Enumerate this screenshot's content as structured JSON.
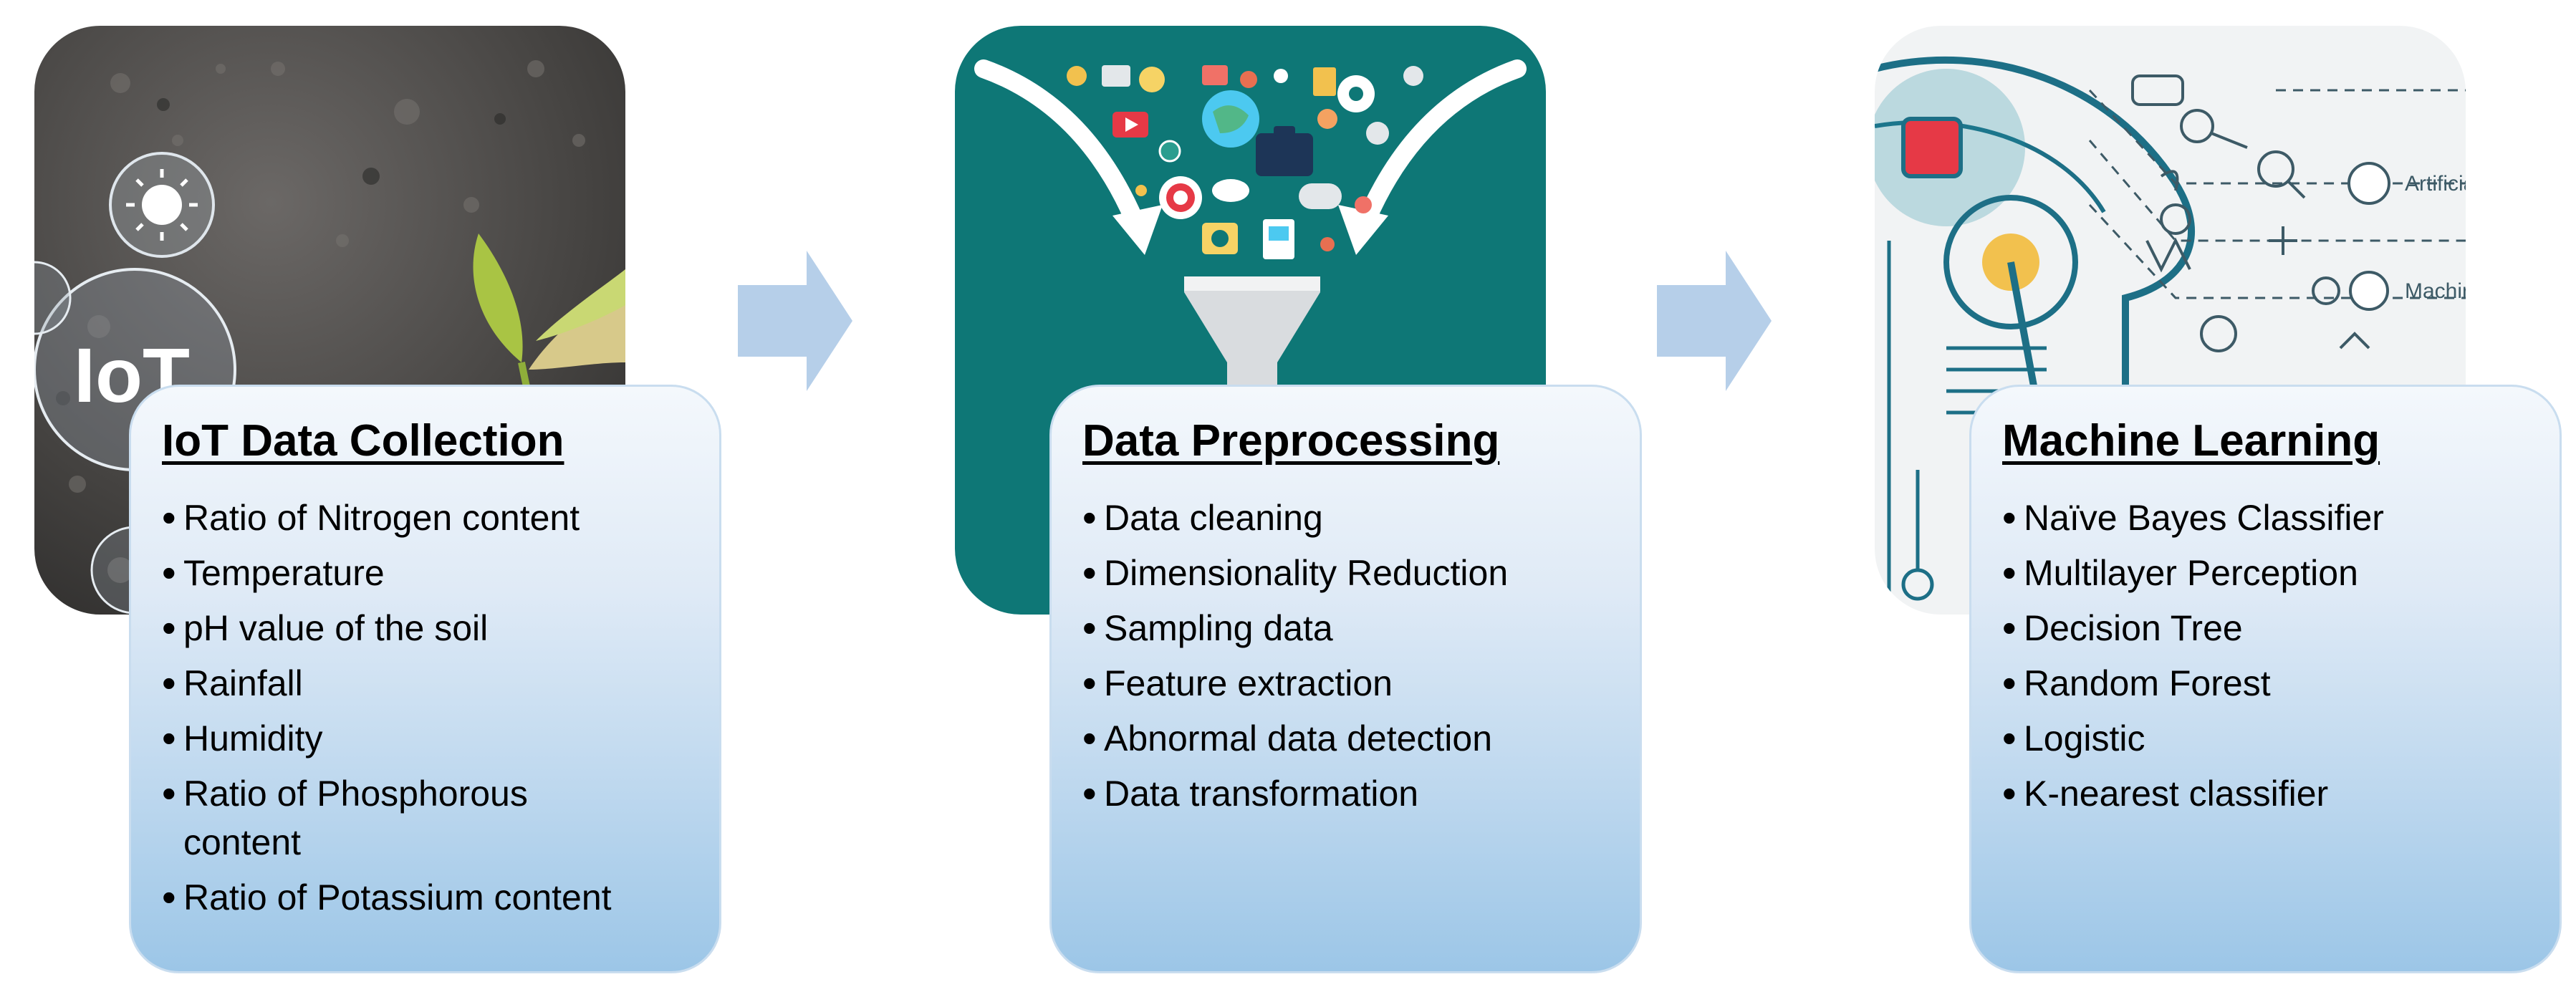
{
  "stages": [
    {
      "title": "IoT Data Collection",
      "image_badge": "IoT",
      "items": [
        "Ratio of Nitrogen content",
        "Temperature",
        "pH value of the soil",
        "Rainfall",
        "Humidity",
        "Ratio of Phosphorous content",
        "Ratio of Potassium content"
      ]
    },
    {
      "title": "Data Preprocessing",
      "items": [
        "Data cleaning",
        "Dimensionality Reduction",
        "Sampling data",
        "Feature extraction",
        "Abnormal data detection",
        "Data transformation"
      ]
    },
    {
      "title": "Machine Learning",
      "image_labels": [
        "Artificial In",
        "Machin"
      ],
      "items": [
        "Naïve Bayes Classifier",
        "Multilayer Perception",
        "Decision Tree",
        "Random Forest",
        "Logistic",
        "K-nearest classifier"
      ]
    }
  ],
  "colors": {
    "card_top": "#f4f8fc",
    "card_bottom": "#9cc6e7",
    "arrow": "#b6cfe9",
    "preprocess_bg": "#0e7776",
    "soil": "#4a4846"
  }
}
